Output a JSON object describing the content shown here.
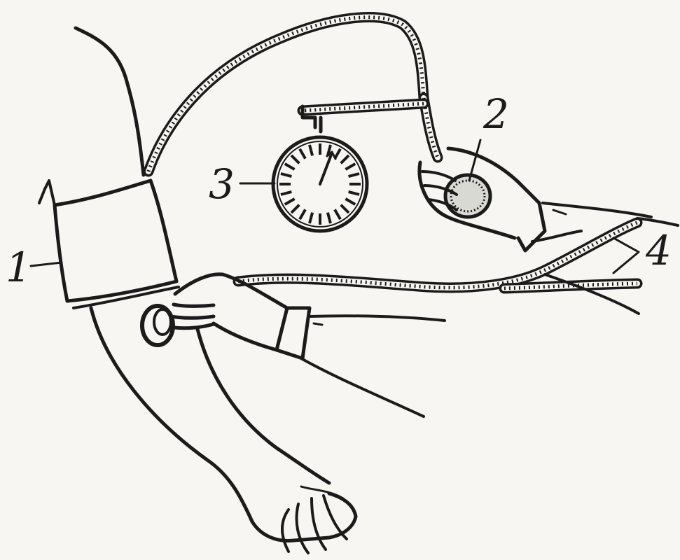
{
  "labels": {
    "cuff": "1",
    "bulb": "2",
    "manometer": "3",
    "stethoscope": "4"
  },
  "colors": {
    "ink": "#1b1b1b",
    "paper": "#f7f6f2"
  }
}
